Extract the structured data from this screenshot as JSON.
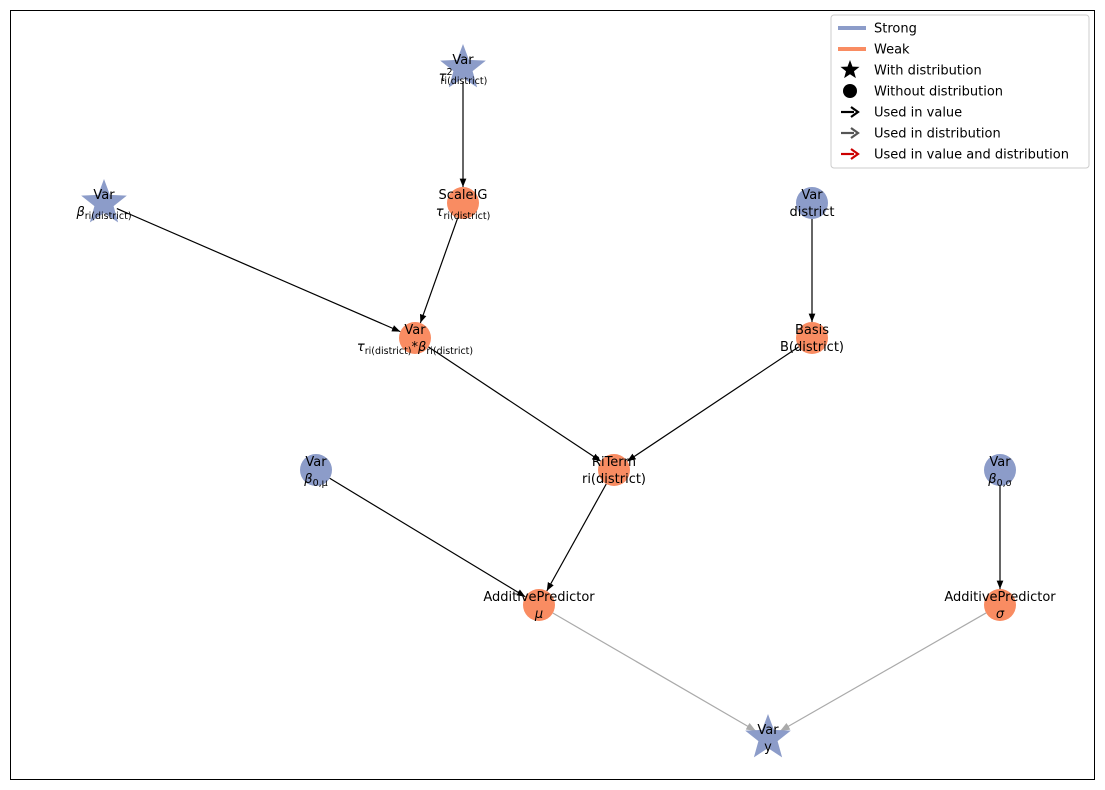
{
  "colors": {
    "strong": "#8c9cc9",
    "weak": "#f98c62",
    "edge_value": "#000000",
    "edge_distribution": "#aaaaaa",
    "edge_both": "#cc0000"
  },
  "legend": [
    {
      "id": "strong",
      "label": "Strong",
      "icon": "line-icon",
      "color": "#8c9cc9"
    },
    {
      "id": "weak",
      "label": "Weak",
      "icon": "line-icon",
      "color": "#f98c62"
    },
    {
      "id": "with-dist",
      "label": "With distribution",
      "icon": "star-icon",
      "color": "#000000"
    },
    {
      "id": "without-dist",
      "label": "Without distribution",
      "icon": "circle-icon",
      "color": "#000000"
    },
    {
      "id": "used-value",
      "label": "Used in value",
      "icon": "arrow-icon",
      "color": "#000000"
    },
    {
      "id": "used-dist",
      "label": "Used in distribution",
      "icon": "arrow-icon",
      "color": "#555555"
    },
    {
      "id": "used-both",
      "label": "Used in value and distribution",
      "icon": "arrow-icon",
      "color": "#cc0000"
    }
  ],
  "nodes": [
    {
      "id": "tau2",
      "type": "Var",
      "kind": "strong",
      "shape": "star",
      "line1": "Var",
      "math": [
        [
          "τ",
          ""
        ],
        [
          "2",
          "sup"
        ],
        [
          "ri(district)",
          "sub"
        ]
      ]
    },
    {
      "id": "scaleig",
      "type": "ScaleIG",
      "kind": "weak",
      "shape": "circle",
      "line1": "ScaleIG",
      "math": [
        [
          "τ",
          ""
        ],
        [
          "ri(district)",
          "sub"
        ]
      ]
    },
    {
      "id": "beta_ri",
      "type": "Var",
      "kind": "strong",
      "shape": "star",
      "line1": "Var",
      "math": [
        [
          "β",
          ""
        ],
        [
          "ri(district)",
          "sub"
        ]
      ]
    },
    {
      "id": "district",
      "type": "Var",
      "kind": "strong",
      "shape": "circle",
      "line1": "Var",
      "text2": "district"
    },
    {
      "id": "tau_beta",
      "type": "Var",
      "kind": "weak",
      "shape": "circle",
      "line1": "Var",
      "math": [
        [
          "τ",
          ""
        ],
        [
          "ri(district)",
          "sub"
        ],
        [
          "*β",
          ""
        ],
        [
          "ri(district)",
          "sub"
        ]
      ]
    },
    {
      "id": "basis",
      "type": "Basis",
      "kind": "weak",
      "shape": "circle",
      "line1": "Basis",
      "text2": "B(district)"
    },
    {
      "id": "beta0_mu",
      "type": "Var",
      "kind": "strong",
      "shape": "circle",
      "line1": "Var",
      "math": [
        [
          "β",
          ""
        ],
        [
          "0,μ",
          "sub"
        ]
      ]
    },
    {
      "id": "riterm",
      "type": "RiTerm",
      "kind": "weak",
      "shape": "circle",
      "line1": "RiTerm",
      "text2": "ri(district)"
    },
    {
      "id": "beta0_sigma",
      "type": "Var",
      "kind": "strong",
      "shape": "circle",
      "line1": "Var",
      "math": [
        [
          "β",
          ""
        ],
        [
          "0,σ",
          "sub"
        ]
      ]
    },
    {
      "id": "ap_mu",
      "type": "AdditivePredictor",
      "kind": "weak",
      "shape": "circle",
      "line1": "AdditivePredictor",
      "math": [
        [
          "μ",
          ""
        ]
      ]
    },
    {
      "id": "ap_sigma",
      "type": "AdditivePredictor",
      "kind": "weak",
      "shape": "circle",
      "line1": "AdditivePredictor",
      "math": [
        [
          "σ",
          ""
        ]
      ]
    },
    {
      "id": "y",
      "type": "Var",
      "kind": "strong",
      "shape": "star",
      "line1": "Var",
      "text2": "y"
    }
  ],
  "edges": [
    {
      "from": "tau2",
      "to": "scaleig",
      "role": "value"
    },
    {
      "from": "scaleig",
      "to": "tau_beta",
      "role": "value"
    },
    {
      "from": "beta_ri",
      "to": "tau_beta",
      "role": "value"
    },
    {
      "from": "district",
      "to": "basis",
      "role": "value"
    },
    {
      "from": "tau_beta",
      "to": "riterm",
      "role": "value"
    },
    {
      "from": "basis",
      "to": "riterm",
      "role": "value"
    },
    {
      "from": "beta0_mu",
      "to": "ap_mu",
      "role": "value"
    },
    {
      "from": "riterm",
      "to": "ap_mu",
      "role": "value"
    },
    {
      "from": "beta0_sigma",
      "to": "ap_sigma",
      "role": "value"
    },
    {
      "from": "ap_mu",
      "to": "y",
      "role": "distribution"
    },
    {
      "from": "ap_sigma",
      "to": "y",
      "role": "distribution"
    }
  ]
}
